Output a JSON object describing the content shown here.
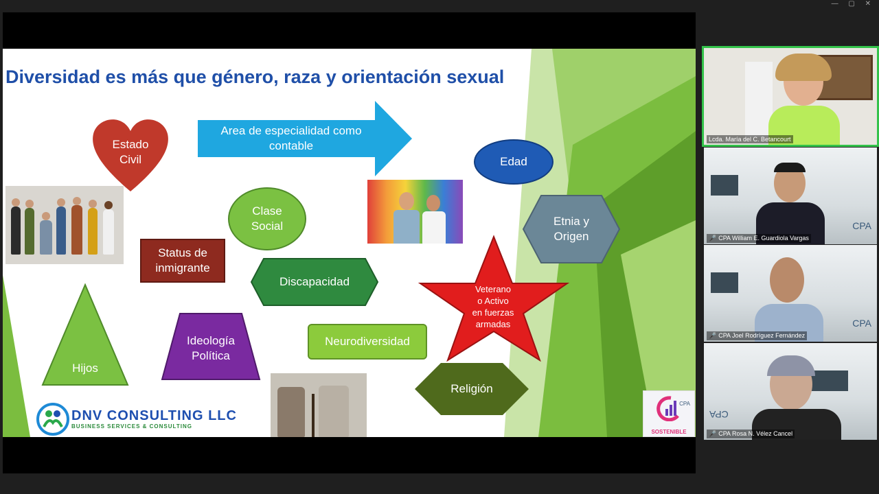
{
  "slide": {
    "title": "Diversidad es más que género, raza y orientación sexual",
    "items": {
      "estado_civil": "Estado\nCivil",
      "area": "Area de especialidad como contable",
      "edad": "Edad",
      "clase_social": "Clase\nSocial",
      "etnia": "Etnia y\nOrigen",
      "status": "Status de\ninmigrante",
      "discapacidad": "Discapacidad",
      "veterano": "Veterano\no Activo\nen fuerzas\narmadas",
      "hijos": "Hijos",
      "ideologia": "Ideología\nPolítica",
      "neuro": "Neurodiversidad",
      "religion": "Religión"
    },
    "logo": {
      "name": "DNV CONSULTING LLC",
      "tagline": "BUSINESS SERVICES & CONSULTING"
    },
    "badge": {
      "text": "CPA",
      "sub": "SOSTENIBLE"
    }
  },
  "participants": [
    {
      "name": "Lcda. María del C. Betancourt",
      "muted": false,
      "active": true
    },
    {
      "name": "CPA William E. Guardiola Vargas",
      "muted": true,
      "active": false
    },
    {
      "name": "CPA Joel Rodríguez Fernández",
      "muted": true,
      "active": false
    },
    {
      "name": "CPA Rosa N. Vélez Cancel",
      "muted": true,
      "active": false
    }
  ],
  "tile_logo": "CPA",
  "colors": {
    "title": "#1f4fa8",
    "heart": "#c0392b",
    "arrow": "#1fa7e0",
    "edad": "#1f5bb5",
    "clase": "#7bc142",
    "etnia": "#6b8797",
    "status": "#8e2a1f",
    "discapacidad": "#2f8a3f",
    "star": "#e11d1d",
    "hijos": "#7bc142",
    "ideologia": "#7a2aa0",
    "neuro": "#8ccb3c",
    "religion": "#4f6a1c",
    "active_border": "#33c24a"
  }
}
